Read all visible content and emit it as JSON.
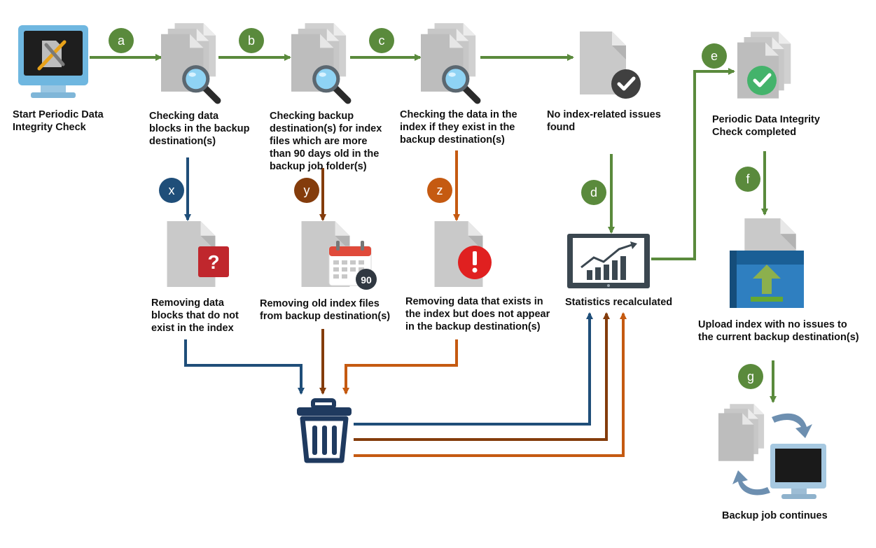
{
  "steps": {
    "start": "Start Periodic Data\nIntegrity Check",
    "check_blocks": "Checking data\nblocks in the backup\ndestination(s)",
    "check_index_age": "Checking backup\ndestination(s) for index\nfiles which are more\nthan 90 days old in the\nbackup job folder(s)",
    "check_index_exist": "Checking the data in the\nindex if they exist in the\nbackup destination(s)",
    "no_issues": "No index-related issues\nfound",
    "completed": "Periodic Data Integrity\nCheck completed",
    "remove_blocks": "Removing data\nblocks that do not\nexist in the index",
    "remove_old_index": "Removing old index files\nfrom backup destination(s)",
    "remove_missing": "Removing data that exists in\nthe index but does not appear\nin the backup destination(s)",
    "stats": "Statistics recalculated",
    "upload": "Upload index with no issues to\nthe current backup destination(s)",
    "continue": "Backup job continues"
  },
  "badges": {
    "a": "a",
    "b": "b",
    "c": "c",
    "d": "d",
    "e": "e",
    "f": "f",
    "g": "g",
    "x": "x",
    "y": "y",
    "z": "z"
  },
  "calendar_badge": "90",
  "icons": {
    "start": "monitor-tools-icon",
    "check": "documents-magnifier-icon",
    "no_issues": "document-checkmark-icon",
    "completed": "documents-checkmark-icon",
    "remove_blocks": "document-question-icon",
    "remove_old_index": "document-calendar-icon",
    "remove_missing": "document-exclamation-icon",
    "trash": "trash-can-icon",
    "stats": "monitor-chart-icon",
    "upload": "document-upload-icon",
    "continue": "documents-monitor-cycle-icon"
  },
  "colors": {
    "green": "#5a8a3c",
    "navy": "#1f4e79",
    "brown": "#843c0c",
    "orange": "#c55a11",
    "doc_gray": "#c9c9c9"
  }
}
